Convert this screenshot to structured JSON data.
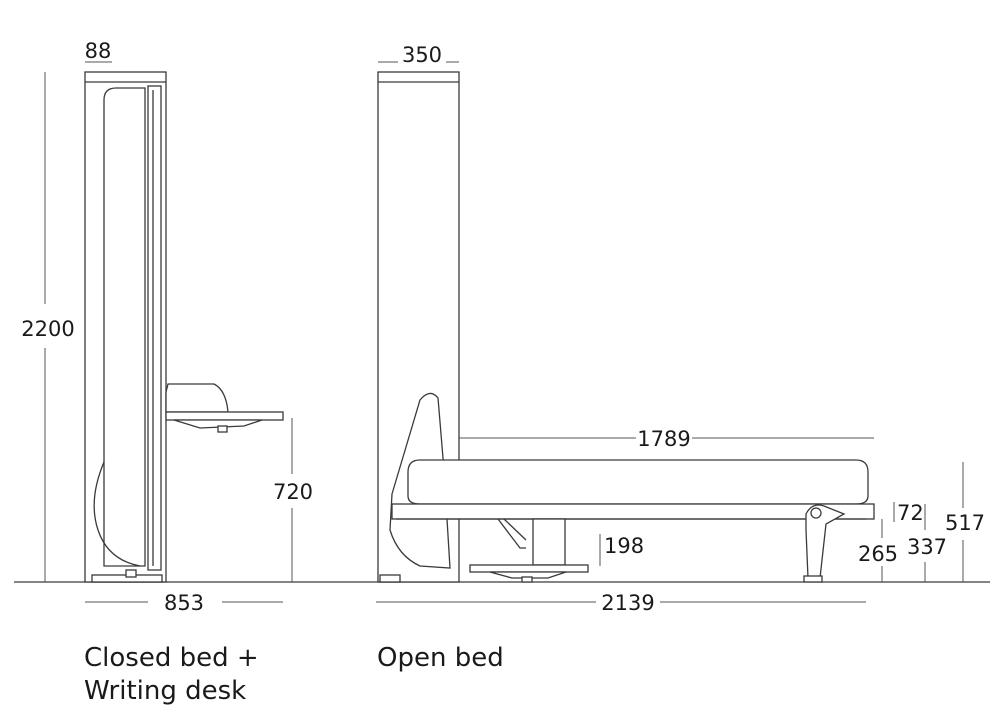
{
  "closed": {
    "caption_line1": "Closed bed +",
    "caption_line2": "Writing desk",
    "dims": {
      "depth_top": "88",
      "height": "2200",
      "desk_height": "720",
      "total_depth": "853"
    }
  },
  "open": {
    "caption": "Open bed",
    "dims": {
      "cabinet_depth": "350",
      "bed_length": "1789",
      "desk_clearance": "198",
      "mattress_thickness": "72",
      "frame_height": "265",
      "mattress_top_height": "337",
      "overall_height": "517",
      "total_length": "2139"
    }
  },
  "colors": {
    "line": "#3a3a3a",
    "text": "#1a1a1a"
  }
}
